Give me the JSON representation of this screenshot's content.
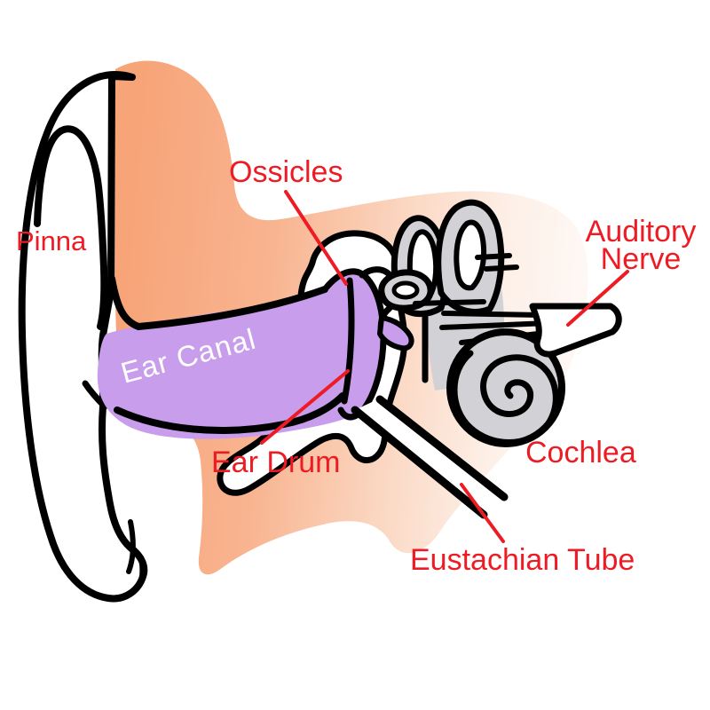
{
  "diagram": {
    "kind": "ear-anatomy-diagram",
    "labels": {
      "pinna": "Pinna",
      "ossicles": "Ossicles",
      "ear_canal": "Ear Canal",
      "ear_drum": "Ear Drum",
      "auditory_nerve_line1": "Auditory",
      "auditory_nerve_line2": "Nerve",
      "cochlea": "Cochlea",
      "eustachian_tube": "Eustachian Tube"
    },
    "colors": {
      "label_red": "#ED1C24",
      "skin_peach": "#F7A478",
      "canal_purple": "#C89DEC",
      "inner_ear_gray": "#D2D1D6",
      "outline_black": "#000000",
      "canal_text_white": "#FFFFFF",
      "background": "#FFFFFF"
    }
  }
}
